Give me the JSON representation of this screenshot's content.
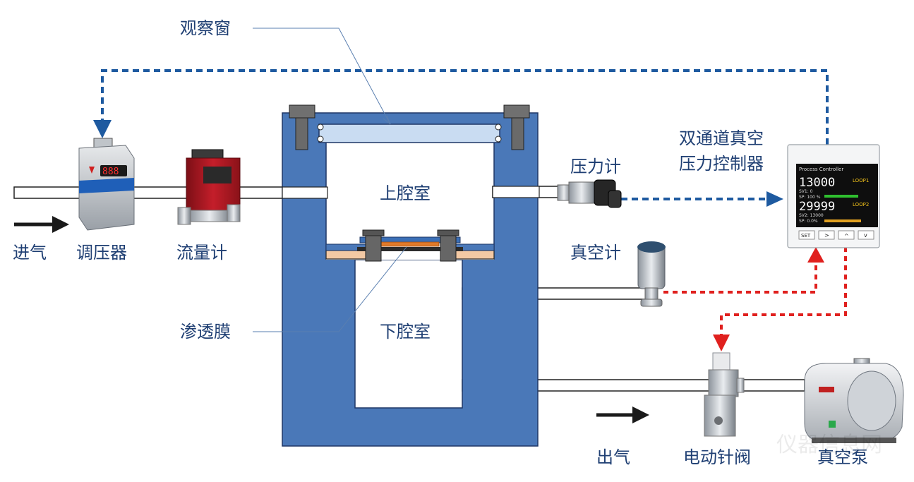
{
  "labels": {
    "window": "观察窗",
    "upper_chamber": "上腔室",
    "lower_chamber": "下腔室",
    "membrane": "渗透膜",
    "gas_in": "进气",
    "regulator": "调压器",
    "flowmeter": "流量计",
    "pressure_gauge": "压力计",
    "controller_line1": "双通道真空",
    "controller_line2": "压力控制器",
    "vacuum_gauge": "真空计",
    "gas_out": "出气",
    "needle_valve": "电动针阀",
    "vacuum_pump": "真空泵",
    "watermark": "仪器信息网"
  },
  "controller_display": {
    "brand": "Process Controller",
    "pv1": "13000",
    "loop1": "LOOP1",
    "sv1": "SV1: 0",
    "sp1": "SP: 100 %",
    "pv2": "29999",
    "loop2": "LOOP2",
    "sv2": "SV2: 13000",
    "sp2": "SP: 0.0%",
    "keys": [
      "SET",
      ">",
      "^",
      "v"
    ]
  },
  "colors": {
    "chamber": "#4a78b8",
    "chamber_edge": "#1f3766",
    "pipe_fill": "#ffffff",
    "blue_signal": "#1e5aa0",
    "red_signal": "#e0201e",
    "window": "#c9dcf2",
    "membrane": "#e07a2a"
  }
}
